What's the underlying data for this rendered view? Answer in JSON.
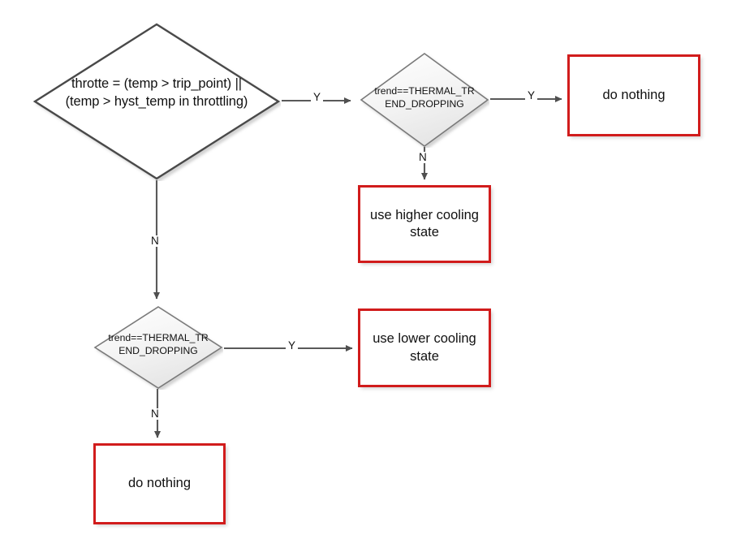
{
  "diagram": {
    "title": "Thermal throttling cooling-state decision flow",
    "background_color": "#ffffff",
    "process_border_color": "#d11c1c",
    "decision_border_color": "#4a4a4a",
    "connector_color": "#595959"
  },
  "nodes": {
    "root_decision": {
      "type": "decision",
      "label": "throtte = (temp > trip_point)  ||\n(temp > hyst_temp in throttling)"
    },
    "trend_top_decision": {
      "type": "decision",
      "label": "trend==THERMAL_TR\nEND_DROPPING"
    },
    "trend_bottom_decision": {
      "type": "decision",
      "label": "trend==THERMAL_TR\nEND_DROPPING"
    },
    "do_nothing_top": {
      "type": "process",
      "label": "do nothing"
    },
    "use_higher_cooling": {
      "type": "process",
      "label": "use higher cooling\nstate"
    },
    "use_lower_cooling": {
      "type": "process",
      "label": "use lower cooling\nstate"
    },
    "do_nothing_bottom": {
      "type": "process",
      "label": "do nothing"
    }
  },
  "edges": {
    "root_yes": {
      "label": "Y",
      "from": "root_decision",
      "to": "trend_top_decision"
    },
    "root_no": {
      "label": "N",
      "from": "root_decision",
      "to": "trend_bottom_decision"
    },
    "trend_top_yes": {
      "label": "Y",
      "from": "trend_top_decision",
      "to": "do_nothing_top"
    },
    "trend_top_no": {
      "label": "N",
      "from": "trend_top_decision",
      "to": "use_higher_cooling"
    },
    "trend_bottom_yes": {
      "label": "Y",
      "from": "trend_bottom_decision",
      "to": "use_lower_cooling"
    },
    "trend_bottom_no": {
      "label": "N",
      "from": "trend_bottom_decision",
      "to": "do_nothing_bottom"
    }
  }
}
